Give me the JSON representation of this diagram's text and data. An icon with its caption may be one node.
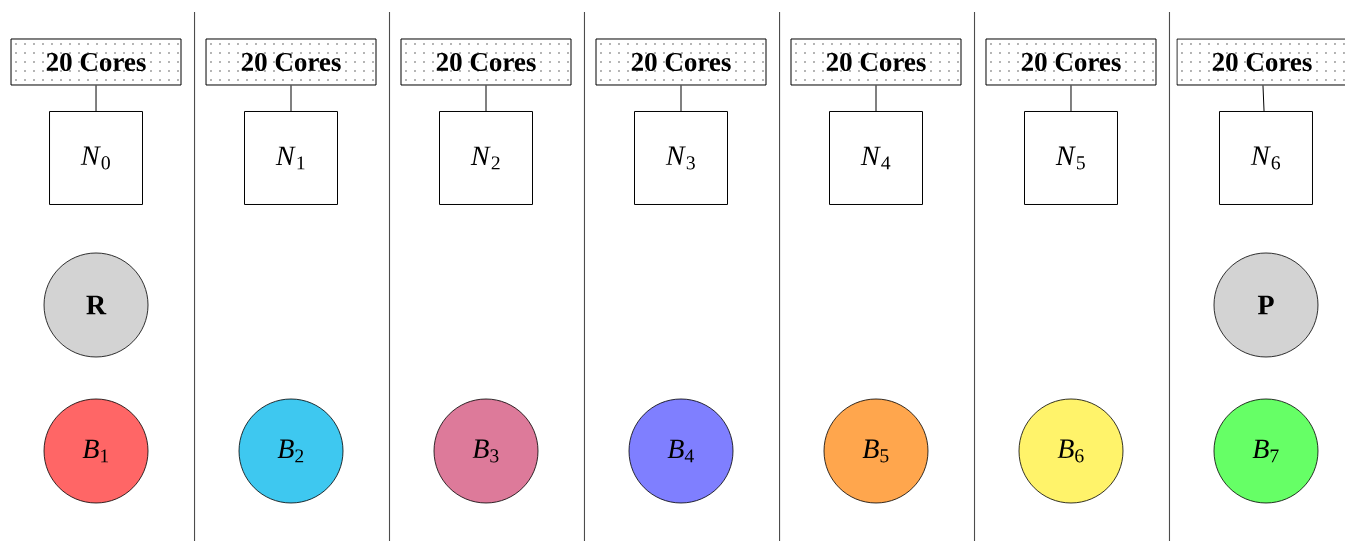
{
  "diagram": {
    "nodes": [
      {
        "text": [
          "20 Cores"
        ]
      },
      {
        "text": [
          "20 Cores"
        ]
      },
      {
        "text": [
          "20 Cores"
        ]
      },
      {
        "text": [
          "20 Cores"
        ]
      },
      {
        "text": [
          "20 Cores"
        ]
      },
      {
        "text": [
          "20 Cores"
        ]
      },
      {
        "text": [
          "20 Cores"
        ]
      },
      {
        "text": [
          "*N*$_{0}$"
        ]
      },
      {
        "text": [
          "*N*$_{1}$"
        ]
      },
      {
        "text": [
          "*N*$_{2}$"
        ]
      },
      {
        "text": [
          "*N*$_{3}$"
        ]
      },
      {
        "text": [
          "*N*$_{4}$"
        ]
      },
      {
        "text": [
          "*N*$_{5}$"
        ]
      },
      {
        "text": [
          "*N*$_{6}$"
        ]
      },
      {
        "text": [
          "R"
        ]
      },
      {
        "text": [
          "P"
        ]
      },
      {
        "text": [
          "*B*$_{1}$"
        ]
      },
      {
        "text": [
          "*B*$_{2}$"
        ]
      },
      {
        "text": [
          "*B*$_{3}$"
        ]
      },
      {
        "text": [
          "*B*$_{4}$"
        ]
      },
      {
        "text": [
          "*B*$_{5}$"
        ]
      },
      {
        "text": [
          "*B*$_{6}$"
        ]
      },
      {
        "text": [
          "*B*$_{7}$"
        ]
      }
    ],
    "edges": [
      {
        "from": 0,
        "to": 7,
        "arrow": "none"
      },
      {
        "from": 1,
        "to": 8,
        "arrow": "none"
      },
      {
        "from": 2,
        "to": 9,
        "arrow": "none"
      },
      {
        "from": 3,
        "to": 10,
        "arrow": "none"
      },
      {
        "from": 4,
        "to": 11,
        "arrow": "none"
      },
      {
        "from": 5,
        "to": 12,
        "arrow": "none"
      },
      {
        "from": 6,
        "to": 13,
        "arrow": "none"
      }
    ]
  }
}
